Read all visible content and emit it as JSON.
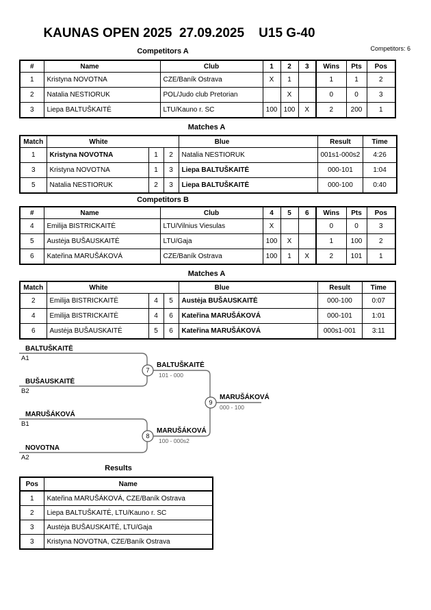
{
  "page": {
    "title": "KAUNAS OPEN 2025  27.09.2025    U15 G-40",
    "competitors_count": "Competitors: 6"
  },
  "competitors_a": {
    "heading": "Competitors A",
    "columns": {
      "num": "#",
      "name": "Name",
      "club": "Club",
      "m1": "1",
      "m2": "2",
      "m3": "3",
      "wins": "Wins",
      "pts": "Pts",
      "pos": "Pos"
    },
    "rows": [
      {
        "num": "1",
        "name": "Kristyna NOVOTNA",
        "club": "CZE/Baník Ostrava",
        "m1": "X",
        "m2": "1",
        "m3": "",
        "wins": "1",
        "pts": "1",
        "pos": "2"
      },
      {
        "num": "2",
        "name": "Natalia NESTIORUK",
        "club": "POL/Judo club Pretorian",
        "m1": "",
        "m2": "X",
        "m3": "",
        "wins": "0",
        "pts": "0",
        "pos": "3"
      },
      {
        "num": "3",
        "name": "Liepa BALTUŠKAITĖ",
        "club": "LTU/Kauno r. SC",
        "m1": "100",
        "m2": "100",
        "m3": "X",
        "wins": "2",
        "pts": "200",
        "pos": "1"
      }
    ]
  },
  "matches_a": {
    "heading": "Matches A",
    "columns": {
      "match": "Match",
      "white": "White",
      "blue": "Blue",
      "result": "Result",
      "time": "Time"
    },
    "rows": [
      {
        "match": "1",
        "white": "Kristyna NOVOTNA",
        "wn": "1",
        "bn": "2",
        "blue": "Natalia NESTIORUK",
        "result": "001s1-000s2",
        "time": "4:26"
      },
      {
        "match": "3",
        "white": "Kristyna NOVOTNA",
        "wn": "1",
        "bn": "3",
        "blue": "Liepa BALTUŠKAITĖ",
        "result": "000-101",
        "time": "1:04"
      },
      {
        "match": "5",
        "white": "Natalia NESTIORUK",
        "wn": "2",
        "bn": "3",
        "blue": "Liepa BALTUŠKAITĖ",
        "result": "000-100",
        "time": "0:40"
      }
    ]
  },
  "competitors_b": {
    "heading": "Competitors B",
    "columns": {
      "num": "#",
      "name": "Name",
      "club": "Club",
      "m1": "4",
      "m2": "5",
      "m3": "6",
      "wins": "Wins",
      "pts": "Pts",
      "pos": "Pos"
    },
    "rows": [
      {
        "num": "4",
        "name": "Emilija BISTRICKAITĖ",
        "club": "LTU/Vilnius Viesulas",
        "m1": "X",
        "m2": "",
        "m3": "",
        "wins": "0",
        "pts": "0",
        "pos": "3"
      },
      {
        "num": "5",
        "name": "Austėja BUŠAUSKAITĖ",
        "club": "LTU/Gaja",
        "m1": "100",
        "m2": "X",
        "m3": "",
        "wins": "1",
        "pts": "100",
        "pos": "2"
      },
      {
        "num": "6",
        "name": "Kateřina MARUŠÁKOVÁ",
        "club": "CZE/Baník Ostrava",
        "m1": "100",
        "m2": "1",
        "m3": "X",
        "wins": "2",
        "pts": "101",
        "pos": "1"
      }
    ]
  },
  "matches_b": {
    "heading": "Matches A",
    "columns": {
      "match": "Match",
      "white": "White",
      "blue": "Blue",
      "result": "Result",
      "time": "Time"
    },
    "rows": [
      {
        "match": "2",
        "white": "Emilija BISTRICKAITĖ",
        "wn": "4",
        "bn": "5",
        "blue": "Austėja BUŠAUSKAITĖ",
        "result": "000-100",
        "time": "0:07"
      },
      {
        "match": "4",
        "white": "Emilija BISTRICKAITĖ",
        "wn": "4",
        "bn": "6",
        "blue": "Kateřina MARUŠÁKOVÁ",
        "result": "000-101",
        "time": "1:01"
      },
      {
        "match": "6",
        "white": "Austėja BUŠAUSKAITĖ",
        "wn": "5",
        "bn": "6",
        "blue": "Kateřina MARUŠÁKOVÁ",
        "result": "000s1-001",
        "time": "3:11"
      }
    ]
  },
  "bracket": {
    "seeds": [
      {
        "name": "BALTUŠKAITĖ",
        "code": "A1"
      },
      {
        "name": "BUŠAUSKAITĖ",
        "code": "B2"
      },
      {
        "name": "MARUŠÁKOVÁ",
        "code": "B1"
      },
      {
        "name": "NOVOTNA",
        "code": "A2"
      }
    ],
    "matches": [
      {
        "num": "7",
        "winner": "BALTUŠKAITĖ",
        "score": "101 - 000"
      },
      {
        "num": "8",
        "winner": "MARUŠÁKOVÁ",
        "score": "100 - 000s2"
      },
      {
        "num": "9",
        "winner": "MARUŠÁKOVÁ",
        "score": "000 - 100"
      }
    ],
    "line_color": "#6e6e6e"
  },
  "results": {
    "heading": "Results",
    "columns": {
      "pos": "Pos",
      "name": "Name"
    },
    "rows": [
      {
        "pos": "1",
        "name": "Kateřina MARUŠÁKOVÁ, CZE/Baník Ostrava"
      },
      {
        "pos": "2",
        "name": "Liepa BALTUŠKAITĖ, LTU/Kauno r. SC"
      },
      {
        "pos": "3",
        "name": "Austėja BUŠAUSKAITĖ, LTU/Gaja"
      },
      {
        "pos": "3",
        "name": "Kristyna NOVOTNA, CZE/Baník Ostrava"
      }
    ]
  }
}
